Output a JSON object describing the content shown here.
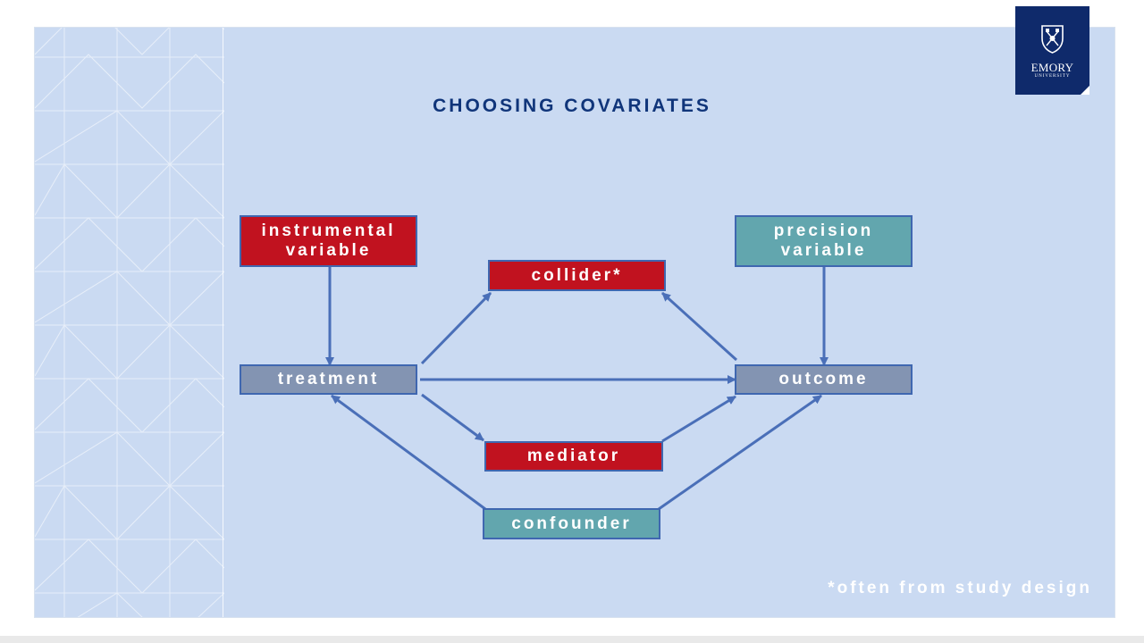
{
  "slide": {
    "title": "CHOOSING COVARIATES",
    "footnote": "*often from study design"
  },
  "logo": {
    "name": "EMORY",
    "subtitle": "UNIVERSITY"
  },
  "diagram": {
    "nodes": {
      "instrumental_line1": "instrumental",
      "instrumental_line2": "variable",
      "precision_line1": "precision",
      "precision_line2": "variable",
      "collider": "collider*",
      "treatment": "treatment",
      "outcome": "outcome",
      "mediator": "mediator",
      "confounder": "confounder"
    },
    "edges": [
      {
        "from": "instrumental variable",
        "to": "treatment"
      },
      {
        "from": "precision variable",
        "to": "outcome"
      },
      {
        "from": "treatment",
        "to": "outcome"
      },
      {
        "from": "treatment",
        "to": "collider*"
      },
      {
        "from": "outcome",
        "to": "collider*"
      },
      {
        "from": "treatment",
        "to": "mediator"
      },
      {
        "from": "mediator",
        "to": "outcome"
      },
      {
        "from": "confounder",
        "to": "treatment"
      },
      {
        "from": "confounder",
        "to": "outcome"
      }
    ]
  },
  "colors": {
    "background": "#cadaf2",
    "title": "#10357a",
    "red_node": "#c1121f",
    "grey_node": "#8394b2",
    "teal_node": "#62a6ae",
    "arrow": "#4a6fb8",
    "logo": "#0f2a6b"
  }
}
